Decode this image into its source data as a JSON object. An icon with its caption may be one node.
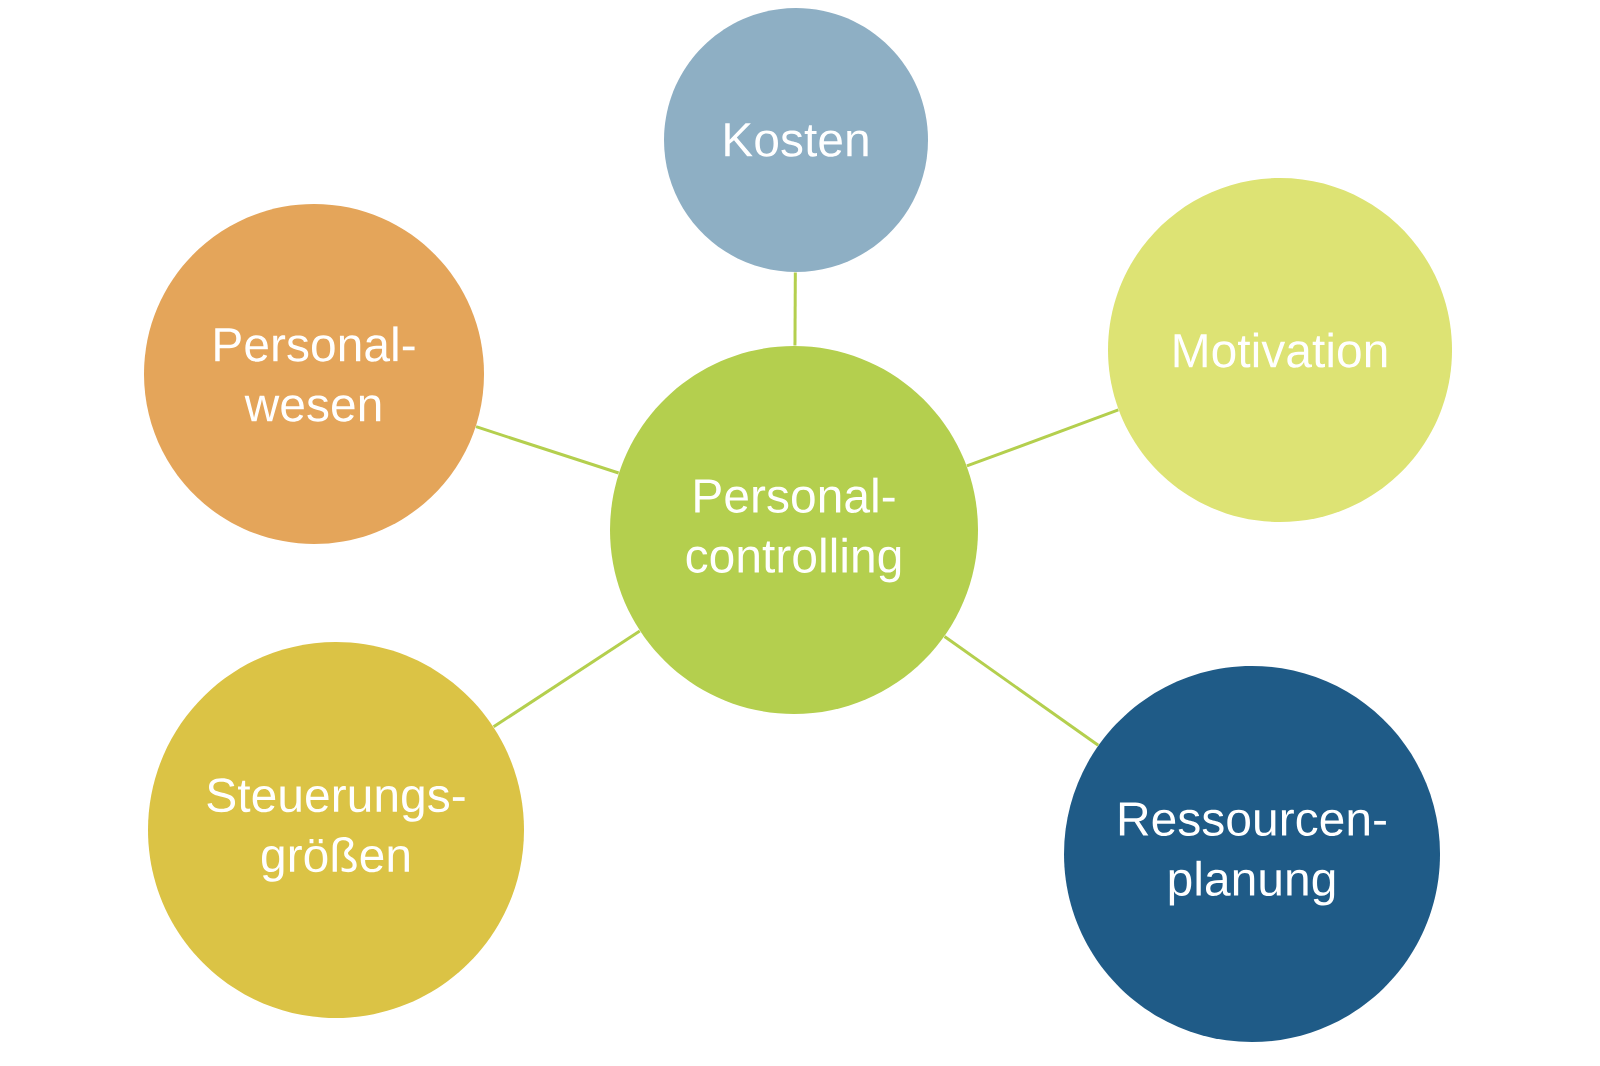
{
  "diagram": {
    "nodes": [
      {
        "text": [
          "Personal- controlling"
        ]
      },
      {
        "text": [
          "Kosten"
        ]
      },
      {
        "text": [
          "Motivation"
        ]
      },
      {
        "text": [
          "Personal- wesen"
        ]
      },
      {
        "text": [
          "Steuerungs- größen"
        ]
      },
      {
        "text": [
          "Ressourcen- planung"
        ]
      }
    ],
    "edges": [
      {
        "from": 0,
        "to": 1,
        "arrow": "none"
      },
      {
        "from": 0,
        "to": 2,
        "arrow": "none"
      },
      {
        "from": 0,
        "to": 3,
        "arrow": "none"
      },
      {
        "from": 0,
        "to": 4,
        "arrow": "none"
      },
      {
        "from": 0,
        "to": 5,
        "arrow": "none"
      }
    ]
  }
}
